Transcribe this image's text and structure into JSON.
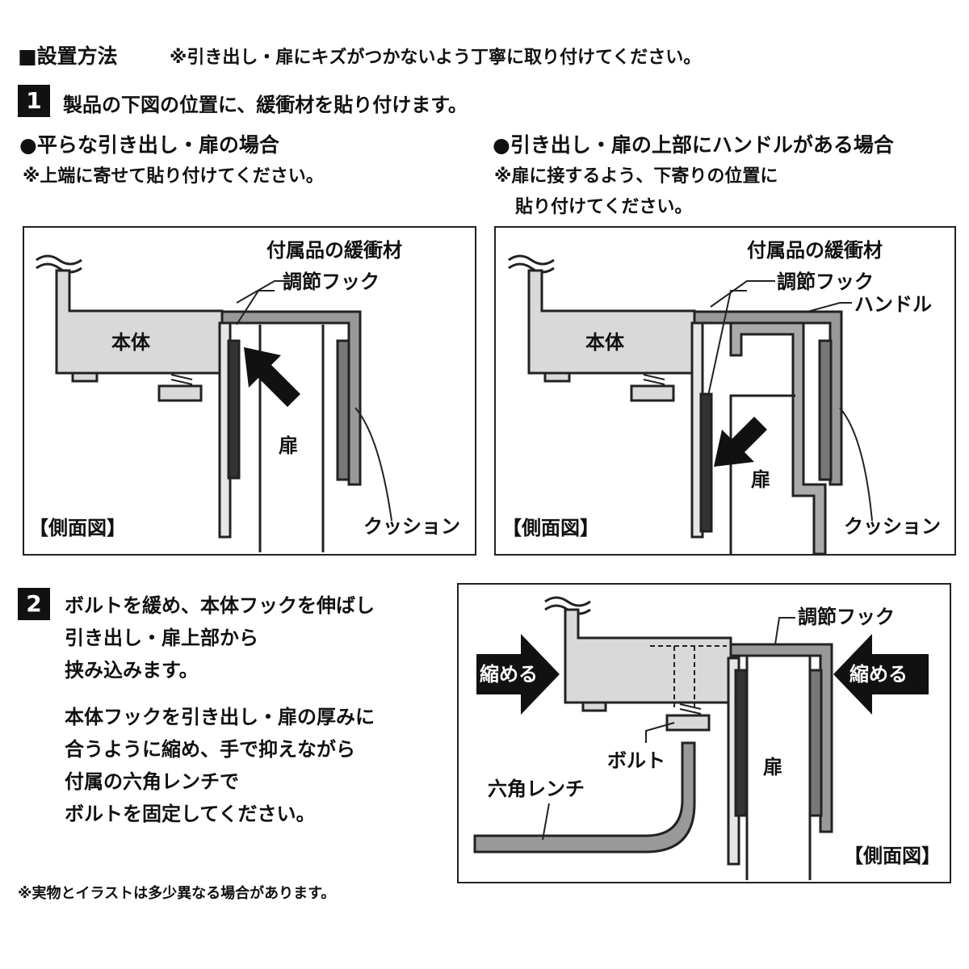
{
  "header": {
    "title": "■設置方法",
    "caution": "※引き出し・扉にキズがつかないよう丁寧に取り付けてください。"
  },
  "step1": {
    "number": "1",
    "text": "製品の下図の位置に、緩衝材を貼り付けます。",
    "case_flat": {
      "title": "●平らな引き出し・扉の場合",
      "note": "※上端に寄せて貼り付けてください。"
    },
    "case_handle": {
      "title": "●引き出し・扉の上部にハンドルがある場合",
      "note_line1": "※扉に接するよう、下寄りの位置に",
      "note_line2": "貼り付けてください。"
    },
    "diagram_flat": {
      "cushion_label": "付属品の緩衝材",
      "hook_label": "調節フック",
      "body_label": "本体",
      "door_label": "扉",
      "cushion2_label": "クッション",
      "view_label": "【側面図】"
    },
    "diagram_handle": {
      "cushion_label": "付属品の緩衝材",
      "hook_label": "調節フック",
      "handle_label": "ハンドル",
      "body_label": "本体",
      "door_label": "扉",
      "cushion2_label": "クッション",
      "view_label": "【側面図】"
    }
  },
  "step2": {
    "number": "2",
    "lines_a": [
      "ボルトを緩め、本体フックを伸ばし",
      "引き出し・扉上部から",
      "挟み込みます。"
    ],
    "lines_b": [
      "本体フックを引き出し・扉の厚みに",
      "合うように縮め、手で抑えながら",
      "付属の六角レンチで",
      "ボルトを固定してください。"
    ],
    "diagram": {
      "hook_label": "調節フック",
      "shrink_left": "縮める",
      "shrink_right": "縮める",
      "bolt_label": "ボルト",
      "wrench_label": "六角レンチ",
      "door_label": "扉",
      "view_label": "【側面図】"
    }
  },
  "footer": {
    "disclaimer": "※実物とイラストは多少異なる場合があります。"
  }
}
